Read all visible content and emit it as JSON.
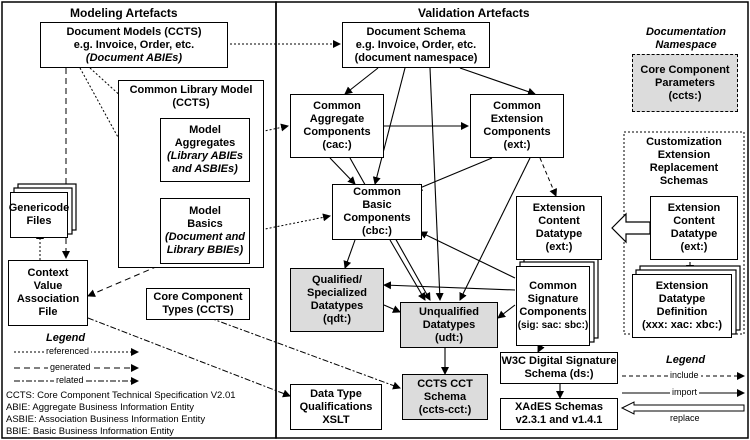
{
  "panels": {
    "modeling_title": "Modeling Artefacts",
    "validation_title": "Validation Artefacts"
  },
  "nodes": {
    "document_models": [
      "Document Models (CCTS)",
      "e.g. Invoice, Order, etc.",
      "(Document ABIEs)"
    ],
    "common_library_model": [
      "Common Library Model",
      "(CCTS)"
    ],
    "model_aggregates": [
      "Model",
      "Aggregates",
      "(Library ABIEs",
      "and ASBIEs)"
    ],
    "model_basics": [
      "Model",
      "Basics",
      "(Document and",
      "Library BBIEs)"
    ],
    "genericode_files": [
      "Genericode",
      "Files"
    ],
    "context_value_association": [
      "Context",
      "Value",
      "Association",
      "File"
    ],
    "core_component_types": [
      "Core Component",
      "Types (CCTS)"
    ],
    "document_schema": [
      "Document Schema",
      "e.g. Invoice, Order, etc.",
      "(document namespace)"
    ],
    "documentation_namespace": [
      "Documentation",
      "Namespace"
    ],
    "core_component_parameters": [
      "Core Component",
      "Parameters",
      "(ccts:)"
    ],
    "common_aggregate": [
      "Common",
      "Aggregate",
      "Components",
      "(cac:)"
    ],
    "common_extension": [
      "Common",
      "Extension",
      "Components",
      "(ext:)"
    ],
    "customization_title": [
      "Customization",
      "Extension",
      "Replacement",
      "Schemas"
    ],
    "common_basic": [
      "Common",
      "Basic",
      "Components",
      "(cbc:)"
    ],
    "extension_content_datatype": [
      "Extension",
      "Content",
      "Datatype",
      "(ext:)"
    ],
    "extension_content_datatype_repl": [
      "Extension",
      "Content",
      "Datatype",
      "(ext:)"
    ],
    "extension_datatype_definition": [
      "Extension",
      "Datatype",
      "Definition",
      "(xxx: xac: xbc:)"
    ],
    "qualified_datatypes": [
      "Qualified/",
      "Specialized",
      "Datatypes",
      "(qdt:)"
    ],
    "common_signature": [
      "Common",
      "Signature",
      "Components",
      "(sig: sac: sbc:)"
    ],
    "unqualified_datatypes": [
      "Unqualified",
      "Datatypes",
      "(udt:)"
    ],
    "w3c_signature": [
      "W3C Digital Signature",
      "Schema (ds:)"
    ],
    "ccts_cct_schema": [
      "CCTS CCT",
      "Schema",
      "(ccts-cct:)"
    ],
    "data_type_qualifications": [
      "Data Type",
      "Qualifications",
      "XSLT"
    ],
    "xades": [
      "XAdES Schemas",
      "v2.3.1 and v1.4.1"
    ]
  },
  "legend_left": {
    "title": "Legend",
    "items": [
      "referenced",
      "generated",
      "related"
    ]
  },
  "legend_right": {
    "title": "Legend",
    "items": [
      "include",
      "import",
      "replace"
    ]
  },
  "abbreviations": [
    "CCTS: Core Component Technical Specification V2.01",
    "ABIE: Aggregate Business Information Entity",
    "ASBIE: Association Business Information Entity",
    "BBIE: Basic Business Information Entity"
  ]
}
